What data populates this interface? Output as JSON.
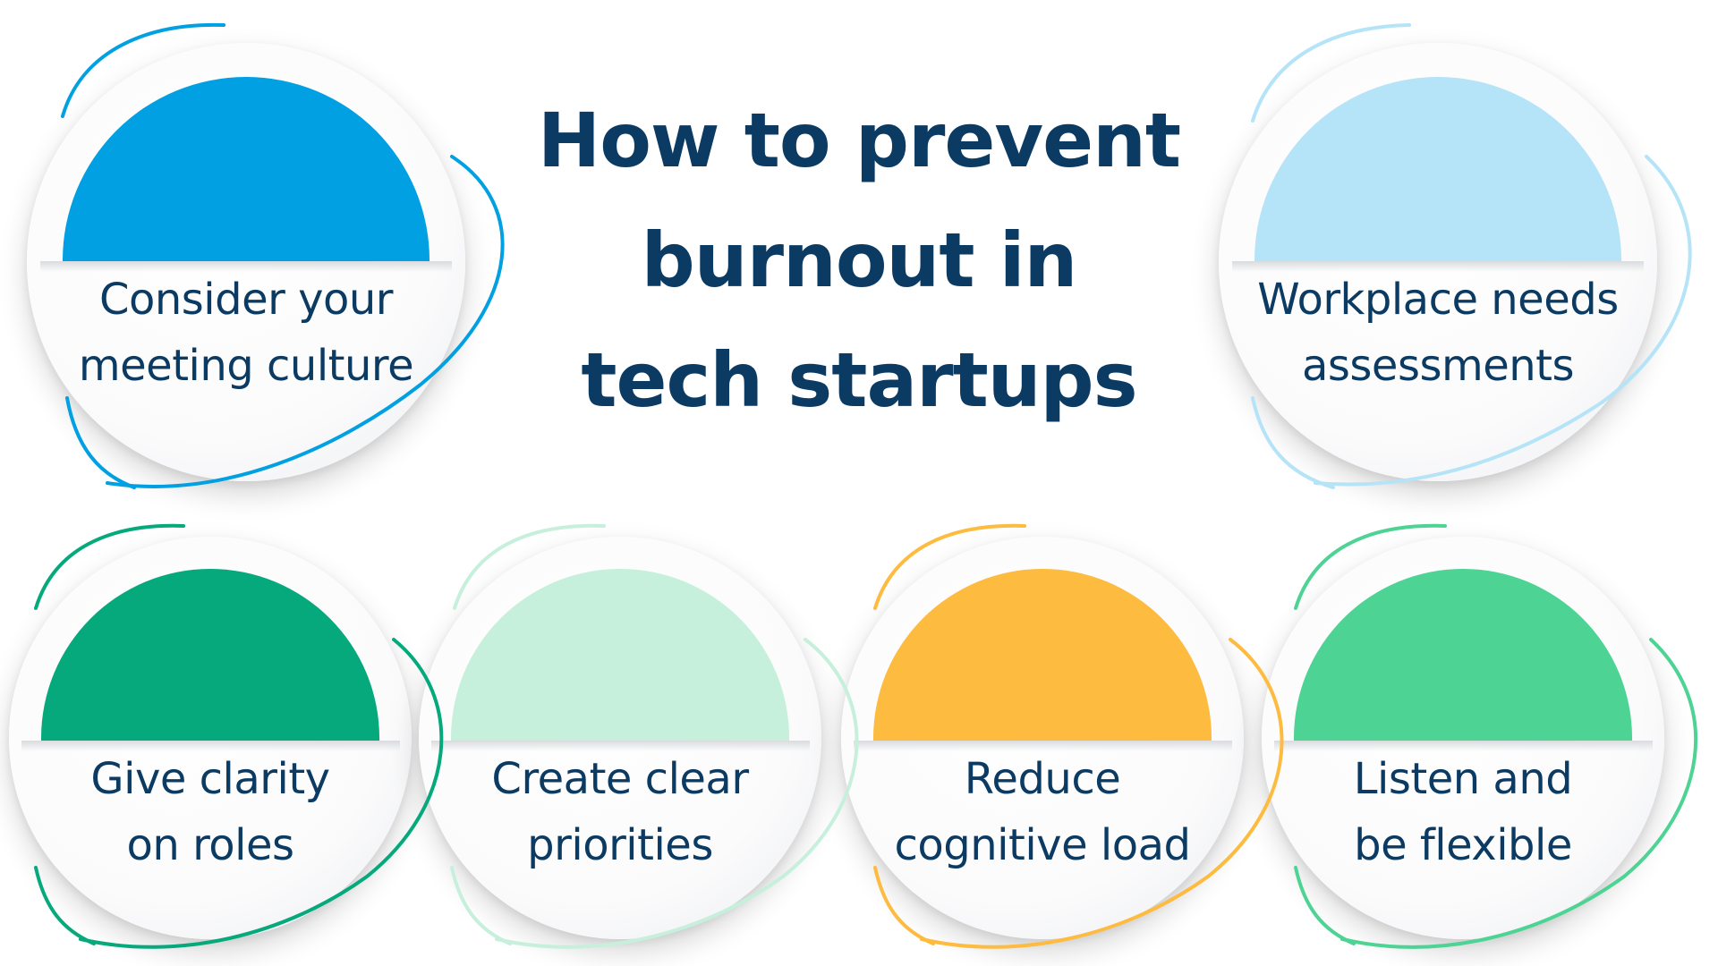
{
  "title": {
    "line1": "How to prevent",
    "line2": "burnout in",
    "line3": "tech startups"
  },
  "items": [
    {
      "id": "meeting-culture",
      "line1": "Consider your",
      "line2": "meeting culture",
      "color": "#00a0e3"
    },
    {
      "id": "workplace-needs",
      "line1": "Workplace needs",
      "line2": "assessments",
      "color": "#b5e3f7"
    },
    {
      "id": "clarity-roles",
      "line1": "Give clarity",
      "line2": "on roles",
      "color": "#06a97c"
    },
    {
      "id": "clear-priorities",
      "line1": "Create clear",
      "line2": "priorities",
      "color": "#c6f0dc"
    },
    {
      "id": "cognitive-load",
      "line1": "Reduce",
      "line2": "cognitive load",
      "color": "#fdbb3f"
    },
    {
      "id": "listen-flexible",
      "line1": "Listen and",
      "line2": "be flexible",
      "color": "#4dd393"
    }
  ]
}
